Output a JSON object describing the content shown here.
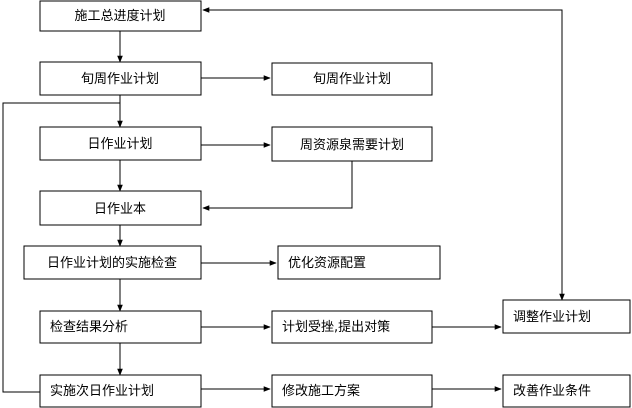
{
  "diagram": {
    "nodes": {
      "overall_plan": "施工总进度计划",
      "ten_day_plan_left": "旬周作业计划",
      "ten_day_plan_right": "旬周作业计划",
      "daily_plan": "日作业计划",
      "weekly_resource_plan": "周资源泉需要计划",
      "daily_book": "日作业本",
      "daily_check": "日作业计划的实施检查",
      "optimize_resources": "优化资源配置",
      "result_analysis": "检查结果分析",
      "countermeasure": "计划受挫,提出对策",
      "adjust_plan": "调整作业计划",
      "next_day_plan": "实施次日作业计划",
      "modify_scheme": "修改施工方案",
      "improve_conditions": "改善作业条件"
    }
  }
}
